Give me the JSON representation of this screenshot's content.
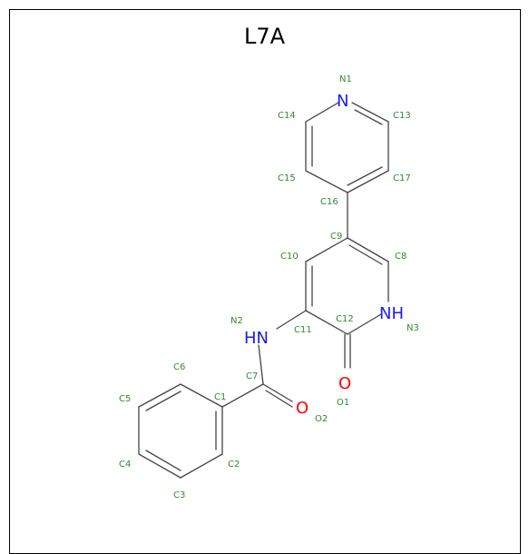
{
  "title": "L7A",
  "colors": {
    "carbon_label": "#2e8b2e",
    "nitrogen": "#1a1aff",
    "oxygen": "#ff0000",
    "bond": "#444444"
  },
  "atoms": {
    "N1": {
      "symbol": "N",
      "label": "N1"
    },
    "N2": {
      "symbol": "HN",
      "label": "N2"
    },
    "N3": {
      "symbol": "NH",
      "label": "N3"
    },
    "O1": {
      "symbol": "O",
      "label": "O1"
    },
    "O2": {
      "symbol": "O",
      "label": "O2"
    },
    "C1": {
      "label": "C1"
    },
    "C2": {
      "label": "C2"
    },
    "C3": {
      "label": "C3"
    },
    "C4": {
      "label": "C4"
    },
    "C5": {
      "label": "C5"
    },
    "C6": {
      "label": "C6"
    },
    "C7": {
      "label": "C7"
    },
    "C8": {
      "label": "C8"
    },
    "C9": {
      "label": "C9"
    },
    "C10": {
      "label": "C10"
    },
    "C11": {
      "label": "C11"
    },
    "C12": {
      "label": "C12"
    },
    "C13": {
      "label": "C13"
    },
    "C14": {
      "label": "C14"
    },
    "C15": {
      "label": "C15"
    },
    "C16": {
      "label": "C16"
    },
    "C17": {
      "label": "C17"
    }
  }
}
